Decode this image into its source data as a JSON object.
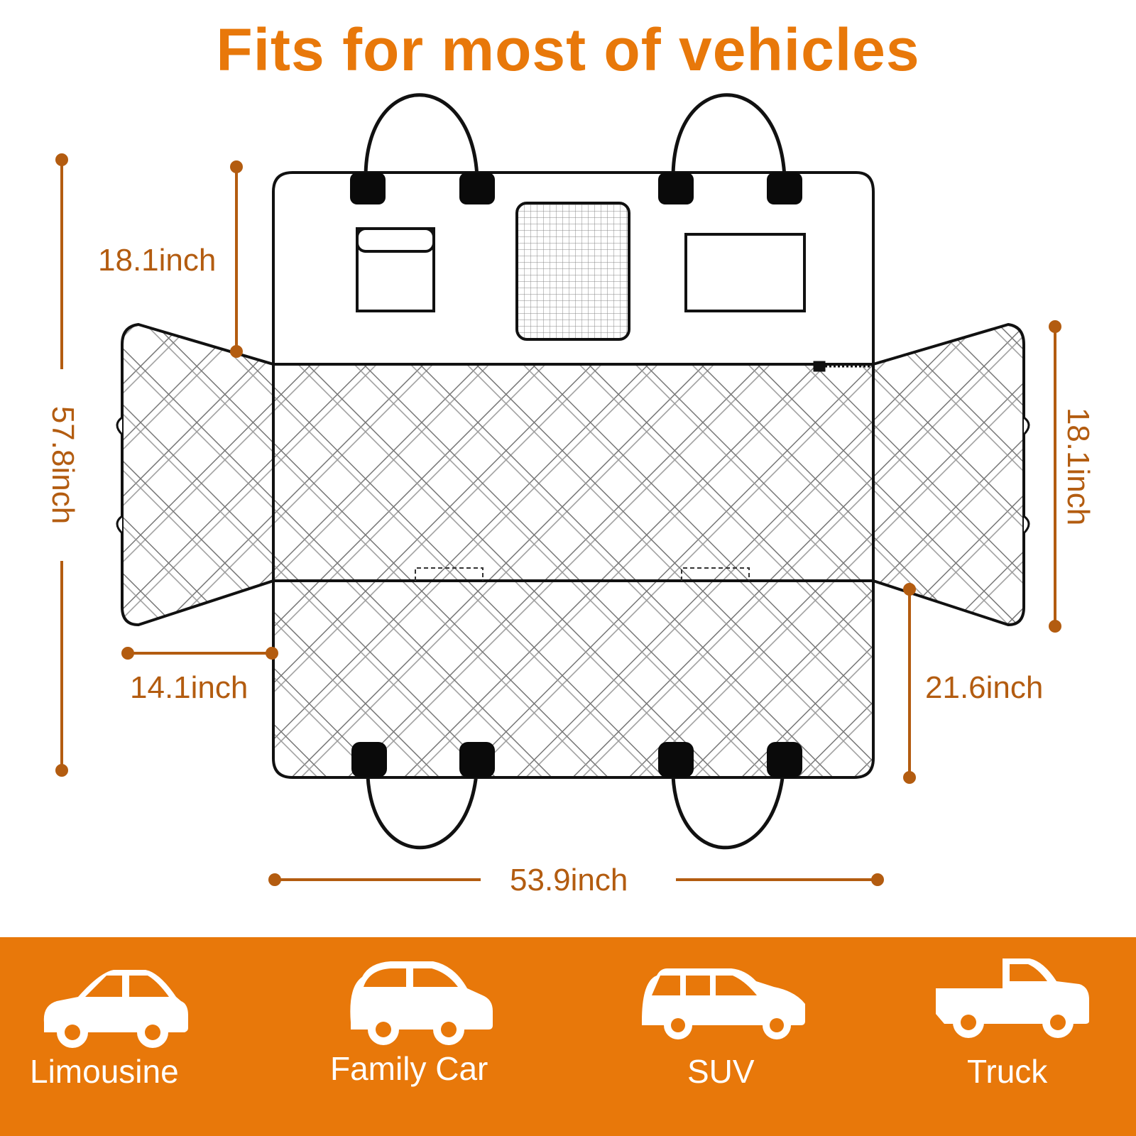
{
  "title": "Fits for most of vehicles",
  "colors": {
    "accent": "#e8780a",
    "dimension": "#b35c10",
    "outline": "#111111",
    "band": "#e8780a",
    "white": "#ffffff"
  },
  "dimensions": {
    "total_height": "57.8inch",
    "backrest_height": "18.1inch",
    "flap_width": "14.1inch",
    "seat_depth": "21.6inch",
    "side_flap_height": "18.1inch",
    "width": "53.9inch"
  },
  "vehicles": [
    {
      "label": "Limousine",
      "icon": "sedan-icon"
    },
    {
      "label": "Family Car",
      "icon": "hatchback-icon"
    },
    {
      "label": "SUV",
      "icon": "suv-icon"
    },
    {
      "label": "Truck",
      "icon": "pickup-truck-icon"
    }
  ]
}
